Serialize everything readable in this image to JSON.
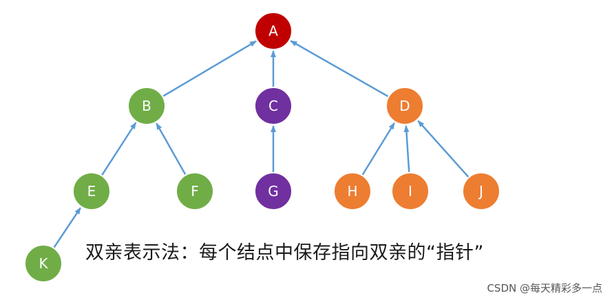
{
  "colors": {
    "edge": "#5b9bd5",
    "root": "#c00000",
    "green": "#70ad47",
    "purple": "#7030a0",
    "orange": "#ed7d31"
  },
  "nodes": [
    {
      "id": "A",
      "label": "A",
      "parent": null,
      "color": "root"
    },
    {
      "id": "B",
      "label": "B",
      "parent": "A",
      "color": "green"
    },
    {
      "id": "C",
      "label": "C",
      "parent": "A",
      "color": "purple"
    },
    {
      "id": "D",
      "label": "D",
      "parent": "A",
      "color": "orange"
    },
    {
      "id": "E",
      "label": "E",
      "parent": "B",
      "color": "green"
    },
    {
      "id": "F",
      "label": "F",
      "parent": "B",
      "color": "green"
    },
    {
      "id": "G",
      "label": "G",
      "parent": "C",
      "color": "purple"
    },
    {
      "id": "H",
      "label": "H",
      "parent": "D",
      "color": "orange"
    },
    {
      "id": "I",
      "label": "I",
      "parent": "D",
      "color": "orange"
    },
    {
      "id": "J",
      "label": "J",
      "parent": "D",
      "color": "orange"
    },
    {
      "id": "K",
      "label": "K",
      "parent": "E",
      "color": "green"
    }
  ],
  "caption": "双亲表示法：每个结点中保存指向双亲的“指针”",
  "watermark": "CSDN @每天精彩多一点"
}
